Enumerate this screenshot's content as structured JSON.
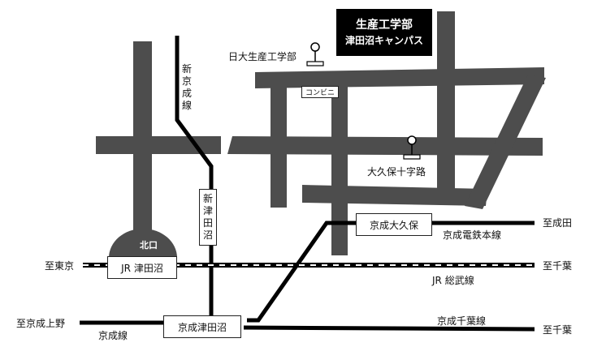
{
  "campus": {
    "line1": "生産工学部",
    "line2": "津田沼キャンパス"
  },
  "landmarks": {
    "nichidai": "日大生産工学部",
    "konbini": "コンビニ",
    "okubo_junction": "大久保十字路",
    "kitaguchi": "北口"
  },
  "stations": {
    "jr_tsudanuma": "JR 津田沼",
    "keisei_okubo": "京成大久保",
    "keisei_tsudanuma": "京成津田沼",
    "shin_tsudanuma": "新津田沼"
  },
  "lines": {
    "shin_keisei": "新京成線",
    "keisei_main": "京成電鉄本線",
    "jr_sobu": "JR 総武線",
    "keisei_chiba": "京成千葉線",
    "keisei": "京成線"
  },
  "directions": {
    "to_naruta": "至成田",
    "to_chiba_jr": "至千葉",
    "to_chiba_keisei": "至千葉",
    "to_tokyo": "至東京",
    "to_keisei_ueno": "至京成上野"
  },
  "colors": {
    "road": "#4d4d4d",
    "rail": "#000000",
    "background": "#ffffff"
  }
}
